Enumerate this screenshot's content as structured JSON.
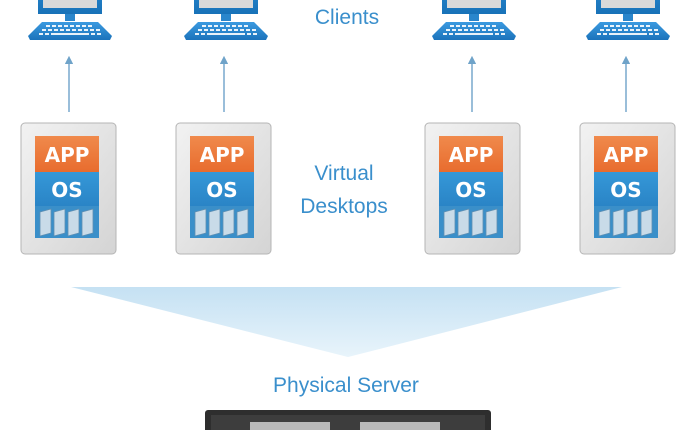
{
  "labels": {
    "clients": "Clients",
    "virtual_desktops_line1": "Virtual",
    "virtual_desktops_line2": "Desktops",
    "physical_server": "Physical Server"
  },
  "desktop_stack": {
    "app": "APP",
    "os": "OS"
  },
  "colors": {
    "label_blue": "#3a8fcc",
    "monitor_blue": "#1f7fc8",
    "app_orange": "#ee7a3c",
    "os_blue": "#2f8fd0",
    "arrow_blue": "#6fa3c9",
    "funnel_light": "#d6ebf7",
    "server_dark": "#333333"
  }
}
